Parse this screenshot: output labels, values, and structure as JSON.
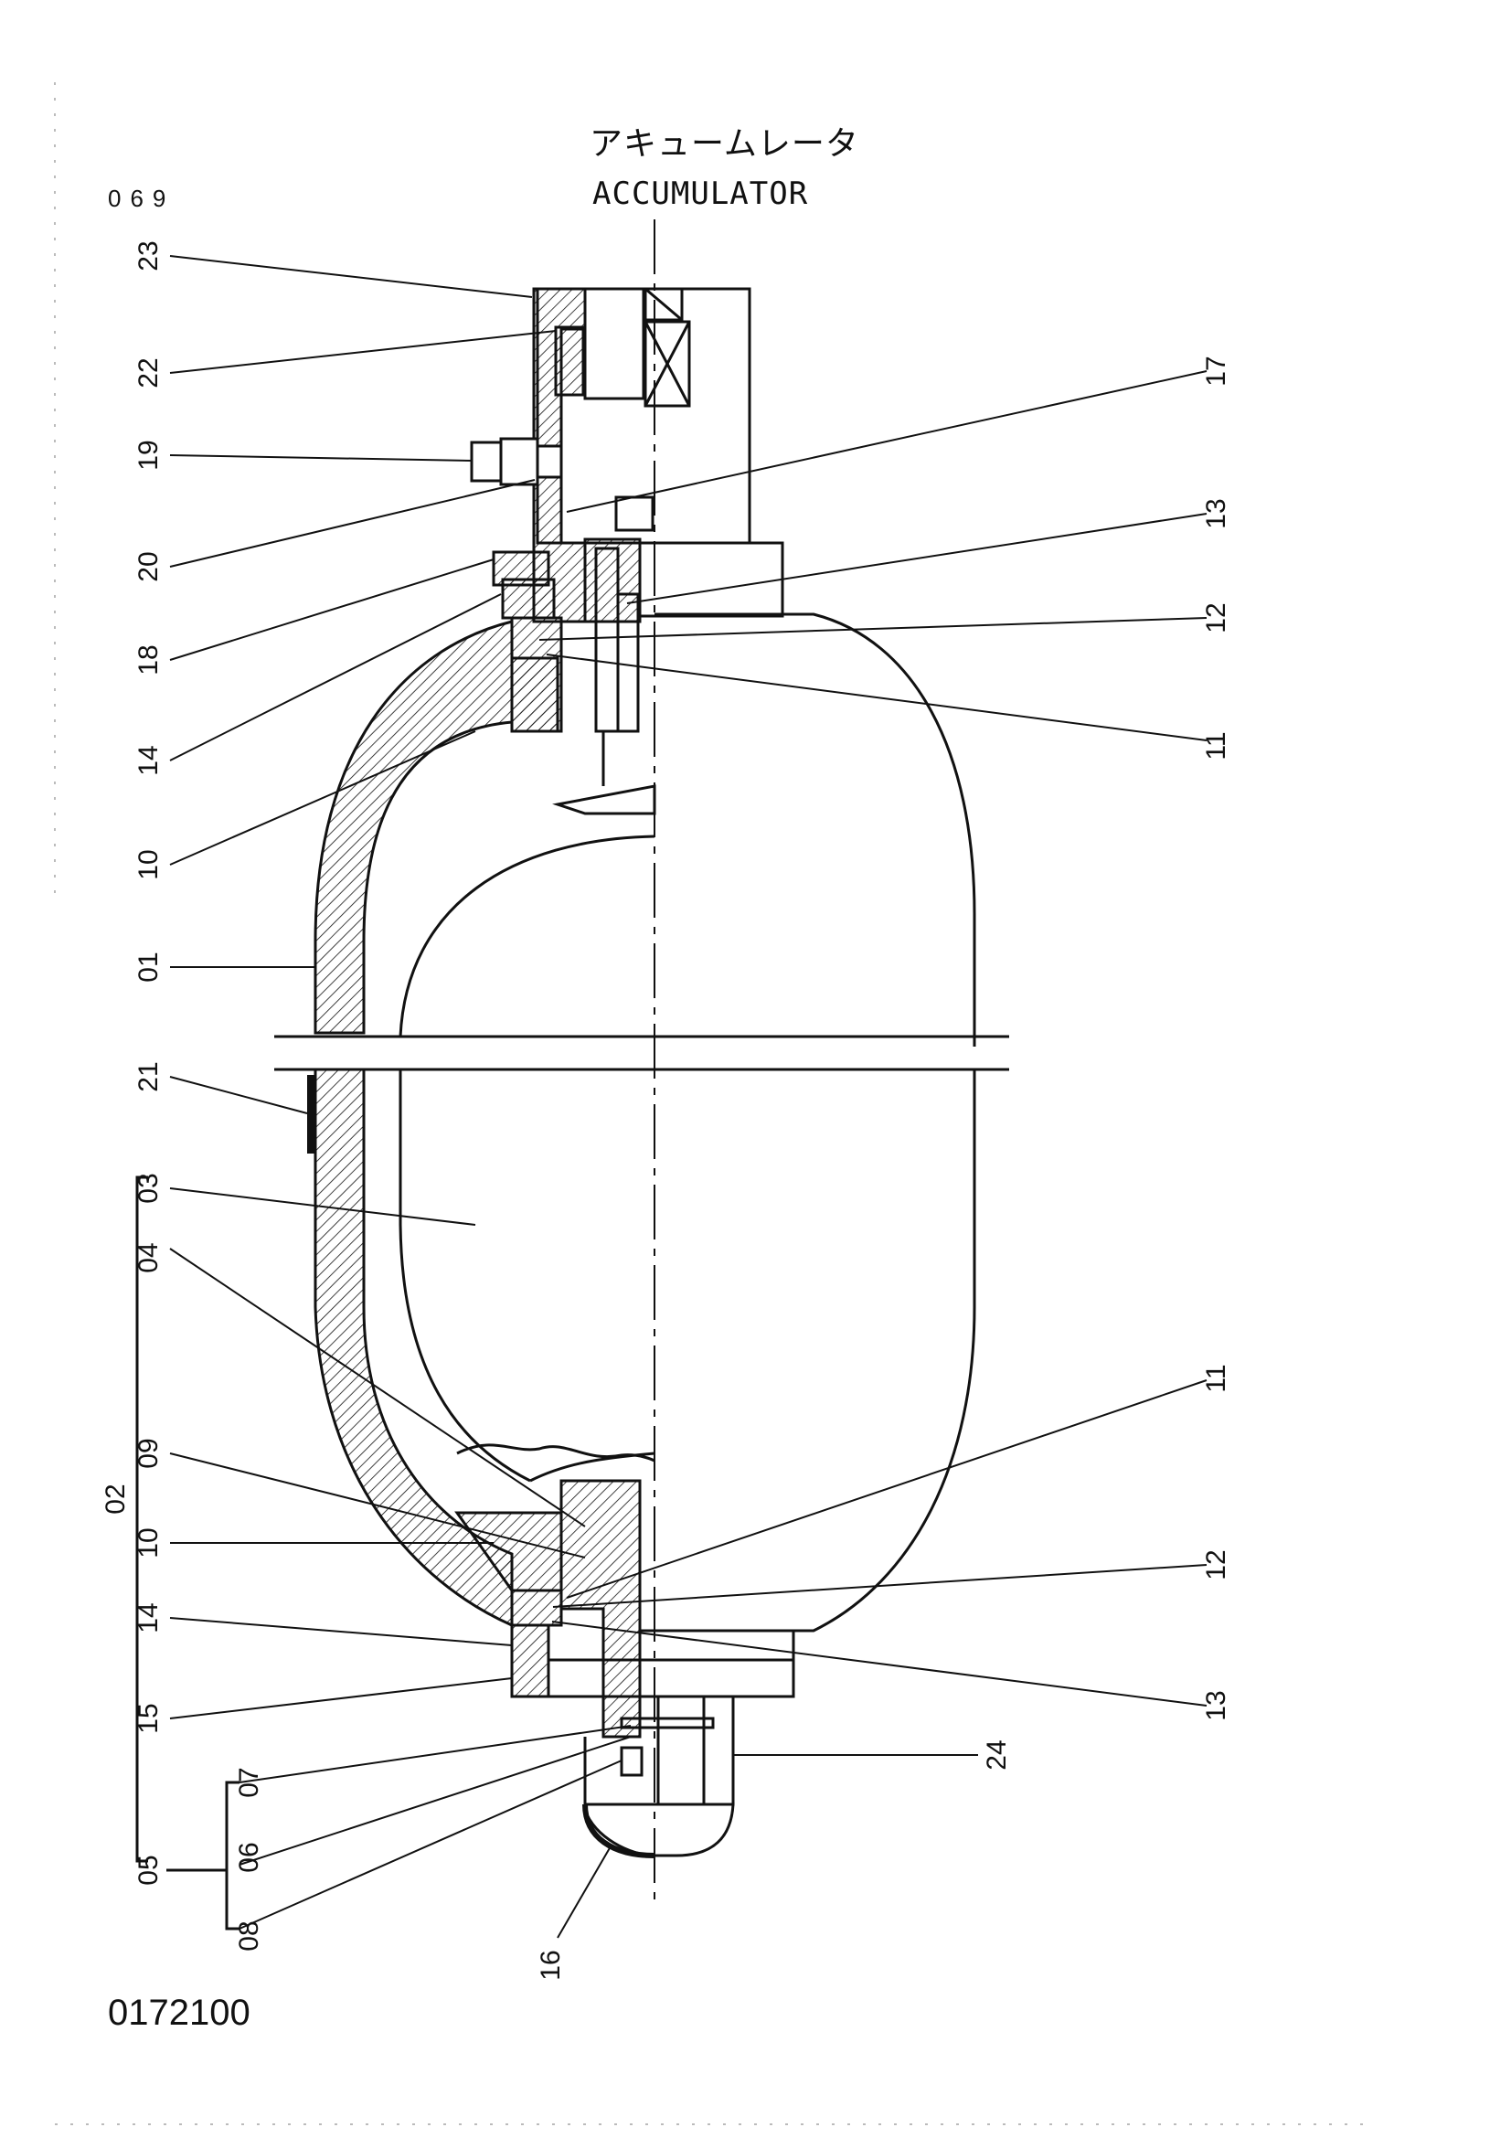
{
  "title_jp": "アキュームレータ",
  "title_en": "ACCUMULATOR",
  "page_number": "069",
  "drawing_number": "0172100",
  "callouts": {
    "c01": "01",
    "c02": "02",
    "c03": "03",
    "c04": "04",
    "c05": "05",
    "c06": "06",
    "c07": "07",
    "c08": "08",
    "c09": "09",
    "c10a": "10",
    "c10b": "10",
    "c11a": "11",
    "c11b": "11",
    "c12a": "12",
    "c12b": "12",
    "c13a": "13",
    "c13b": "13",
    "c14a": "14",
    "c14b": "14",
    "c15": "15",
    "c16": "16",
    "c17": "17",
    "c18": "18",
    "c19": "19",
    "c20": "20",
    "c21": "21",
    "c22": "22",
    "c23": "23",
    "c24": "24"
  }
}
